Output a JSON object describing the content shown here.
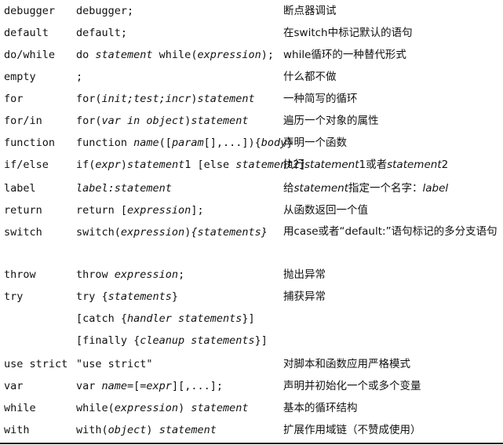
{
  "rows": [
    {
      "kw": "debugger",
      "syn": [
        [
          "debugger;"
        ]
      ],
      "desc": "断点器调试"
    },
    {
      "kw": "default",
      "syn": [
        [
          "default;"
        ]
      ],
      "desc": "在switch中标记默认的语句"
    },
    {
      "kw": "do/while",
      "syn": [
        [
          "do "
        ],
        [
          "statement",
          "i"
        ],
        [
          " while("
        ],
        [
          "expression",
          "i"
        ],
        [
          ");"
        ]
      ],
      "desc": "while循环的一种替代形式"
    },
    {
      "kw": "empty",
      "syn": [
        [
          ";"
        ]
      ],
      "desc": "什么都不做"
    },
    {
      "kw": "for",
      "syn": [
        [
          "for("
        ],
        [
          "init;test;incr",
          "i"
        ],
        [
          ")"
        ],
        [
          "statement",
          "i"
        ]
      ],
      "desc": "一种简写的循环"
    },
    {
      "kw": "for/in",
      "syn": [
        [
          "for("
        ],
        [
          "var in object",
          "i"
        ],
        [
          ")"
        ],
        [
          "statement",
          "i"
        ]
      ],
      "desc": "遍历一个对象的属性"
    },
    {
      "kw": "function",
      "syn": [
        [
          "function "
        ],
        [
          "name",
          "i"
        ],
        [
          "(["
        ],
        [
          "param",
          "i"
        ],
        [
          "[],...]){"
        ],
        [
          "body",
          "i"
        ],
        [
          "}"
        ]
      ],
      "desc": "声明一个函数"
    },
    {
      "kw": "if/else",
      "syn": [
        [
          "if("
        ],
        [
          "expr",
          "i"
        ],
        [
          ")"
        ],
        [
          "statement",
          "i"
        ],
        [
          "1 [else "
        ],
        [
          "statement",
          "i"
        ],
        [
          "2]"
        ]
      ],
      "desc_parts": [
        [
          "执行"
        ],
        [
          "statement",
          "i"
        ],
        [
          "1或者"
        ],
        [
          "statement",
          "i"
        ],
        [
          "2"
        ]
      ]
    },
    {
      "kw": "label",
      "syn": [
        [
          "label:statement",
          "i"
        ]
      ],
      "desc_parts": [
        [
          "给"
        ],
        [
          "statement",
          "i"
        ],
        [
          "指定一个名字："
        ],
        [
          "label",
          "i"
        ]
      ]
    },
    {
      "kw": "return",
      "syn": [
        [
          "return ["
        ],
        [
          "expression",
          "i"
        ],
        [
          "];"
        ]
      ],
      "desc": "从函数返回一个值"
    },
    {
      "kw": "switch",
      "syn": [
        [
          "switch("
        ],
        [
          "expression",
          "i"
        ],
        [
          ")"
        ],
        [
          "{statements}",
          "i"
        ]
      ],
      "desc": "用case或者“default:”语句标记的多分支语句"
    },
    {
      "kw": "throw",
      "syn": [
        [
          "throw "
        ],
        [
          "expression",
          "i"
        ],
        [
          ";"
        ]
      ],
      "desc": "抛出异常"
    },
    {
      "kw": "try",
      "syn": [
        [
          "try {"
        ],
        [
          "statements",
          "i"
        ],
        [
          "}"
        ]
      ],
      "syn2": [
        [
          "[catch {"
        ],
        [
          "handler statements",
          "i"
        ],
        [
          "}]"
        ]
      ],
      "syn3": [
        [
          "[finally {"
        ],
        [
          "cleanup statements",
          "i"
        ],
        [
          "}]"
        ]
      ],
      "desc": "捕获异常"
    },
    {
      "kw": "use strict",
      "syn": [
        [
          "\"use strict\""
        ]
      ],
      "desc": "对脚本和函数应用严格模式"
    },
    {
      "kw": "var",
      "syn": [
        [
          "var "
        ],
        [
          "name",
          "i"
        ],
        [
          "=[="
        ],
        [
          "expr",
          "i"
        ],
        [
          "][,...];"
        ]
      ],
      "desc": "声明并初始化一个或多个变量"
    },
    {
      "kw": "while",
      "syn": [
        [
          "while("
        ],
        [
          "expression",
          "i"
        ],
        [
          ") "
        ],
        [
          "statement",
          "i"
        ]
      ],
      "desc": "基本的循环结构"
    },
    {
      "kw": "with",
      "syn": [
        [
          "with("
        ],
        [
          "object",
          "i"
        ],
        [
          ") "
        ],
        [
          "statement",
          "i"
        ]
      ],
      "desc": "扩展作用域链（不赞成使用）"
    }
  ]
}
